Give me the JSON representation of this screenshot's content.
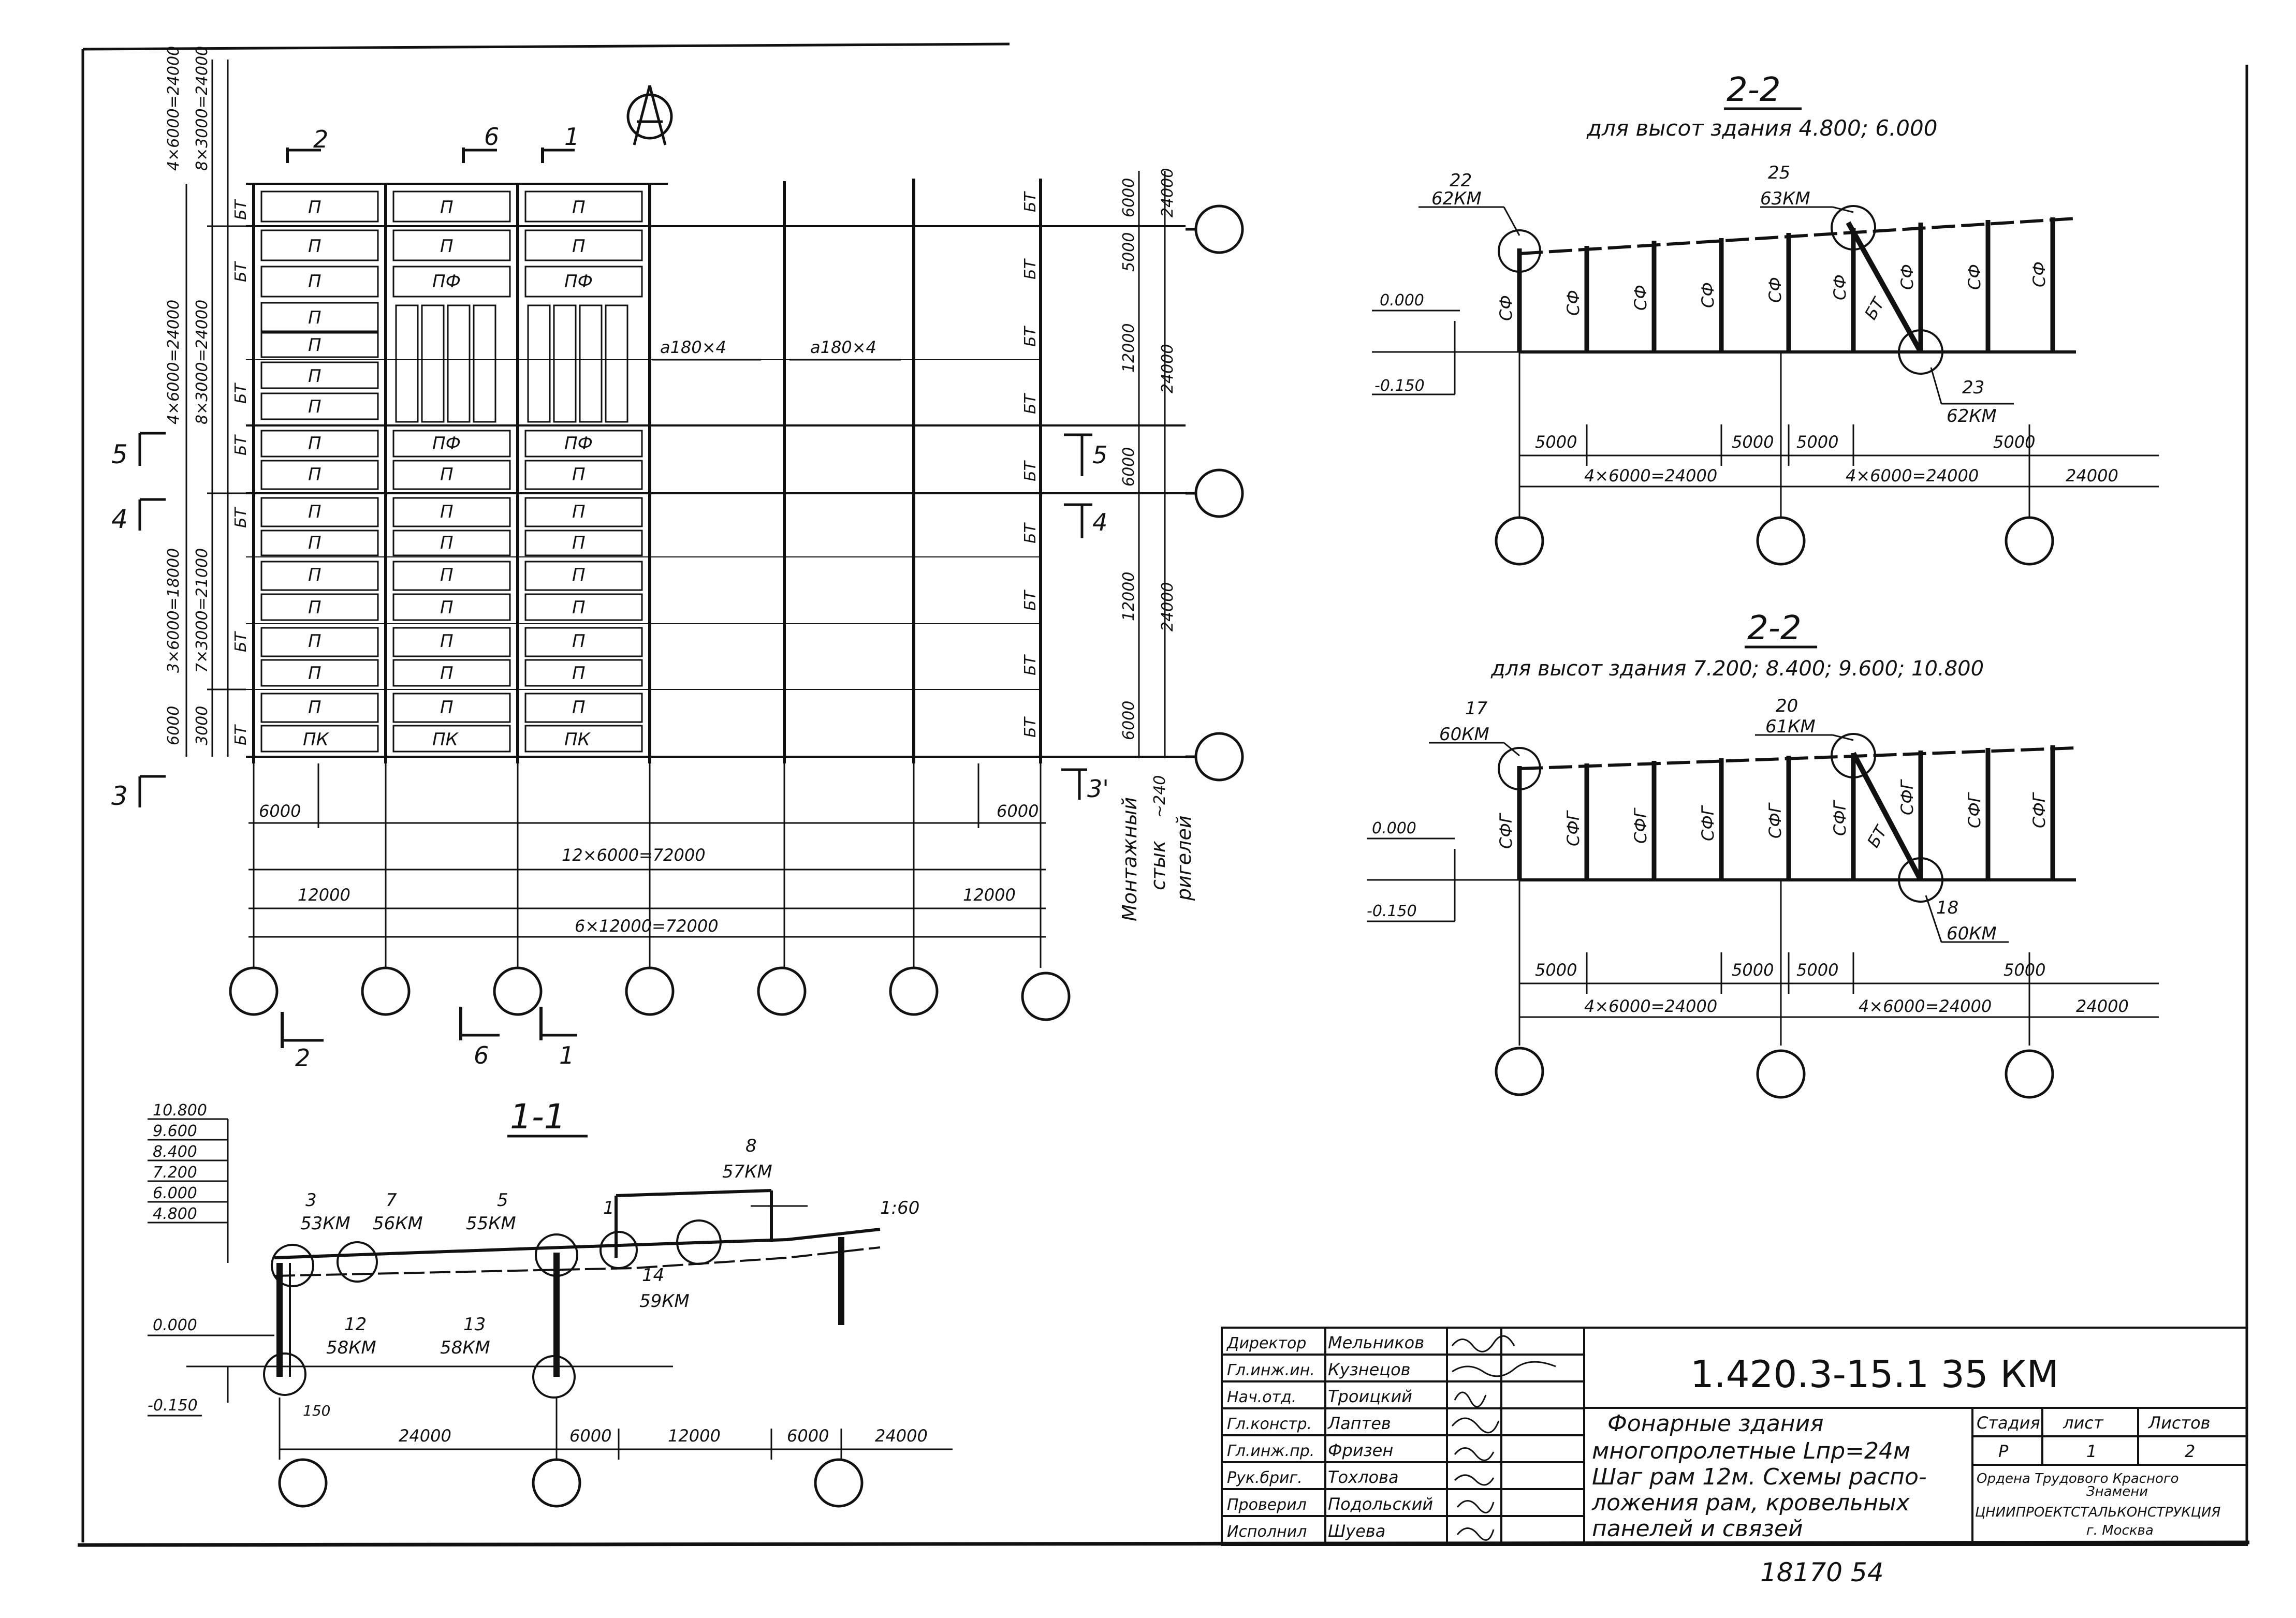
{
  "plan": {
    "section_marks": {
      "m2": "2",
      "m6": "6",
      "m1": "1"
    },
    "left_dims": {
      "top": "4×6000=24000",
      "top_sub": "8×3000=24000",
      "mid": "4×6000=24000",
      "mid_sub": "8×3000=24000",
      "bot": "3×6000=18000",
      "bot_sub": "7×3000=21000",
      "b6000": "6000",
      "b3000": "3000"
    },
    "row_marks": {
      "r5": "5",
      "r4": "4",
      "r3": "3"
    },
    "right_marks": {
      "r5": "5",
      "r4": "4",
      "r3": "3'"
    },
    "panels": {
      "p": "П",
      "pf": "ПФ",
      "pk": "ПК",
      "bt": "БТ"
    },
    "notes": {
      "a1": "а180×4",
      "a2": "а180×4"
    },
    "right_dims": {
      "d6000": "6000",
      "d12000": "12000",
      "d24000": "24000",
      "d5000": "5000"
    },
    "bottom_dims": {
      "a6000": "6000",
      "b6000": "6000",
      "total1": "12×6000=72000",
      "c12000": "12000",
      "d12000": "12000",
      "total2": "6×12000=72000"
    },
    "side_label": {
      "l1": "Монтажный",
      "l2": "стык",
      "l3": "ригелей",
      "l4": "~240"
    }
  },
  "section_1_1": {
    "title": "1-1",
    "levels": [
      "10.800",
      "9.600",
      "8.400",
      "7.200",
      "6.000",
      "4.800"
    ],
    "zero": "0.000",
    "minus": "-0.150",
    "gap": "150",
    "labels": [
      {
        "num": "3",
        "mark": "53КМ"
      },
      {
        "num": "7",
        "mark": "56КМ"
      },
      {
        "num": "5",
        "mark": "55КМ"
      },
      {
        "num": "8",
        "mark": "57КМ"
      },
      {
        "num": "14",
        "mark": "59КМ"
      },
      {
        "num": "12",
        "mark": "58КМ"
      },
      {
        "num": "13",
        "mark": "58КМ"
      },
      {
        "num": "1",
        "mark": ""
      }
    ],
    "slope": "1:60",
    "dims": [
      "24000",
      "6000",
      "12000",
      "6000",
      "24000"
    ]
  },
  "section_2_2_top": {
    "title": "2-2",
    "subtitle": "для высот здания 4.800; 6.000",
    "zero": "0.000",
    "minus": "-0.150",
    "col_label": "СФ",
    "brace": "БТ",
    "labels": [
      {
        "num": "22",
        "mark": "62КМ"
      },
      {
        "num": "25",
        "mark": "63КМ"
      },
      {
        "num": "23",
        "mark": "62КМ"
      }
    ],
    "dims": [
      "5000",
      "5000",
      "5000",
      "5000"
    ],
    "totals": [
      "4×6000=24000",
      "4×6000=24000",
      "24000"
    ]
  },
  "section_2_2_bot": {
    "title": "2-2",
    "subtitle": "для высот здания 7.200; 8.400; 9.600; 10.800",
    "zero": "0.000",
    "minus": "-0.150",
    "col_label": "СФГ",
    "brace": "БТ",
    "labels": [
      {
        "num": "17",
        "mark": "60КМ"
      },
      {
        "num": "20",
        "mark": "61КМ"
      },
      {
        "num": "18",
        "mark": "60КМ"
      }
    ],
    "dims": [
      "5000",
      "5000",
      "5000",
      "5000"
    ],
    "totals": [
      "4×6000=24000",
      "4×6000=24000",
      "24000"
    ]
  },
  "title_block": {
    "roles": [
      "Директор",
      "Гл.инж.ин.",
      "Нач.отд.",
      "Гл.констр.",
      "Гл.инж.пр.",
      "Рук.бриг.",
      "Проверил",
      "Исполнил"
    ],
    "names": [
      "Мельников",
      "Кузнецов",
      "Троицкий",
      "Лаптев",
      "Фризен",
      "Тохлова",
      "Подольский",
      "Шуева"
    ],
    "code": "1.420.3-15.1 35 КМ",
    "description": [
      "Фонарные здания",
      "многопролетные Lпр=24м",
      "Шаг рам 12м. Схемы распо-",
      "ложения рам, кровельных",
      "панелей и связей"
    ],
    "stage_h": "Стадия",
    "sheet_h": "лист",
    "sheets_h": "Листов",
    "stage": "Р",
    "sheet": "1",
    "sheets": "2",
    "org": [
      "Ордена Трудового Красного",
      "Знамени",
      "ЦНИИПРОЕКТСТАЛЬКОНСТРУКЦИЯ",
      "г. Москва"
    ],
    "stamp": "18170 54"
  }
}
